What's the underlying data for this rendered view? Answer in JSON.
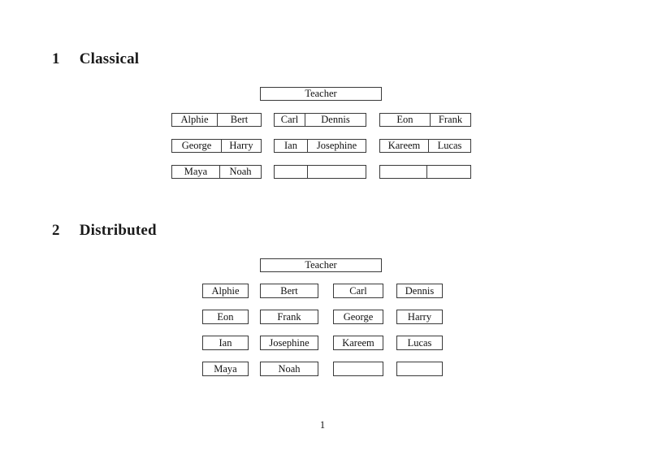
{
  "classical": {
    "heading_number": "1",
    "heading_title": "Classical",
    "teacher_label": "Teacher",
    "desks": [
      {
        "cells": [
          "Alphie",
          "Bert"
        ]
      },
      {
        "cells": [
          "Carl",
          "Dennis"
        ]
      },
      {
        "cells": [
          "Eon",
          "Frank"
        ]
      },
      {
        "cells": [
          "George",
          "Harry"
        ]
      },
      {
        "cells": [
          "Ian",
          "Josephine"
        ]
      },
      {
        "cells": [
          "Kareem",
          "Lucas"
        ]
      },
      {
        "cells": [
          "Maya",
          "Noah"
        ]
      },
      {
        "cells": [
          "",
          ""
        ]
      },
      {
        "cells": [
          "",
          ""
        ]
      }
    ]
  },
  "distributed": {
    "heading_number": "2",
    "heading_title": "Distributed",
    "teacher_label": "Teacher",
    "desks": [
      "Alphie",
      "Bert",
      "Carl",
      "Dennis",
      "Eon",
      "Frank",
      "George",
      "Harry",
      "Ian",
      "Josephine",
      "Kareem",
      "Lucas",
      "Maya",
      "Noah",
      "",
      ""
    ]
  },
  "footer": {
    "page_number": "1"
  }
}
